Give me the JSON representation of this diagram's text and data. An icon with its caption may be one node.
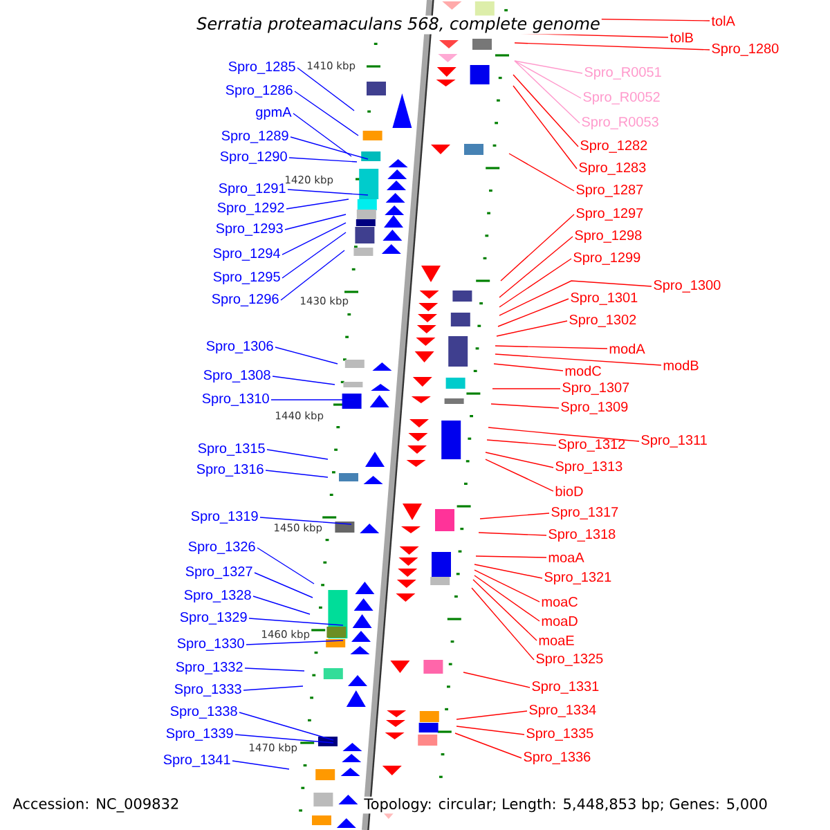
{
  "diagram": {
    "title": "Serratia proteamaculans 568, complete genome",
    "nodes": [
      {
        "text": [
          "Spro_1285"
        ]
      },
      {
        "text": [
          "Spro_1286"
        ]
      },
      {
        "text": [
          "gpmA"
        ]
      },
      {
        "text": [
          "Spro_1289"
        ]
      },
      {
        "text": [
          "Spro_1290"
        ]
      },
      {
        "text": [
          "Spro_1291"
        ]
      },
      {
        "text": [
          "Spro_1292"
        ]
      },
      {
        "text": [
          "Spro_1293"
        ]
      },
      {
        "text": [
          "Spro_1294"
        ]
      },
      {
        "text": [
          "Spro_1295"
        ]
      },
      {
        "text": [
          "Spro_1296"
        ]
      },
      {
        "text": [
          "Spro_1306"
        ]
      },
      {
        "text": [
          "Spro_1308"
        ]
      },
      {
        "text": [
          "Spro_1310"
        ]
      },
      {
        "text": [
          "Spro_1315"
        ]
      },
      {
        "text": [
          "Spro_1316"
        ]
      },
      {
        "text": [
          "Spro_1319"
        ]
      },
      {
        "text": [
          "Spro_1326"
        ]
      },
      {
        "text": [
          "Spro_1327"
        ]
      },
      {
        "text": [
          "Spro_1328"
        ]
      },
      {
        "text": [
          "Spro_1329"
        ]
      },
      {
        "text": [
          "Spro_1330"
        ]
      },
      {
        "text": [
          "Spro_1332"
        ]
      },
      {
        "text": [
          "Spro_1333"
        ]
      },
      {
        "text": [
          "Spro_1338"
        ]
      },
      {
        "text": [
          "Spro_1339"
        ]
      },
      {
        "text": [
          "Spro_1341"
        ]
      },
      {
        "text": [
          "tolA"
        ]
      },
      {
        "text": [
          "tolB"
        ]
      },
      {
        "text": [
          "Spro_1280"
        ]
      },
      {
        "text": [
          "Spro_R0051"
        ]
      },
      {
        "text": [
          "Spro_R0052"
        ]
      },
      {
        "text": [
          "Spro_R0053"
        ]
      },
      {
        "text": [
          "Spro_1282"
        ]
      },
      {
        "text": [
          "Spro_1283"
        ]
      },
      {
        "text": [
          "Spro_1287"
        ]
      },
      {
        "text": [
          "Spro_1297"
        ]
      },
      {
        "text": [
          "Spro_1298"
        ]
      },
      {
        "text": [
          "Spro_1299"
        ]
      },
      {
        "text": [
          "Spro_1300"
        ]
      },
      {
        "text": [
          "Spro_1301"
        ]
      },
      {
        "text": [
          "Spro_1302"
        ]
      },
      {
        "text": [
          "modA"
        ]
      },
      {
        "text": [
          "modB"
        ]
      },
      {
        "text": [
          "modC"
        ]
      },
      {
        "text": [
          "Spro_1307"
        ]
      },
      {
        "text": [
          "Spro_1309"
        ]
      },
      {
        "text": [
          "Spro_1311"
        ]
      },
      {
        "text": [
          "Spro_1312"
        ]
      },
      {
        "text": [
          "Spro_1313"
        ]
      },
      {
        "text": [
          "bioD"
        ]
      },
      {
        "text": [
          "Spro_1317"
        ]
      },
      {
        "text": [
          "Spro_1318"
        ]
      },
      {
        "text": [
          "moaA"
        ]
      },
      {
        "text": [
          "Spro_1321"
        ]
      },
      {
        "text": [
          "moaC"
        ]
      },
      {
        "text": [
          "moaD"
        ]
      },
      {
        "text": [
          "moaE"
        ]
      },
      {
        "text": [
          "Spro_1325"
        ]
      },
      {
        "text": [
          "Spro_1331"
        ]
      },
      {
        "text": [
          "Spro_1334"
        ]
      },
      {
        "text": [
          "Spro_1335"
        ]
      },
      {
        "text": [
          "Spro_1336"
        ]
      }
    ],
    "edges": [
      {
        "from": 0,
        "to": null,
        "arrow": "none",
        "color": "#0000ff"
      },
      {
        "from": 1,
        "to": null,
        "arrow": "none",
        "color": "#0000ff"
      },
      {
        "from": 2,
        "to": null,
        "arrow": "none",
        "color": "#0000ff"
      },
      {
        "from": 3,
        "to": null,
        "arrow": "none",
        "color": "#0000ff"
      },
      {
        "from": 4,
        "to": null,
        "arrow": "none",
        "color": "#0000ff"
      },
      {
        "from": 5,
        "to": null,
        "arrow": "none",
        "color": "#0000ff"
      },
      {
        "from": 6,
        "to": null,
        "arrow": "none",
        "color": "#0000ff"
      },
      {
        "from": 7,
        "to": null,
        "arrow": "none",
        "color": "#0000ff"
      },
      {
        "from": 8,
        "to": null,
        "arrow": "none",
        "color": "#0000ff"
      },
      {
        "from": 9,
        "to": null,
        "arrow": "none",
        "color": "#0000ff"
      },
      {
        "from": 10,
        "to": null,
        "arrow": "none",
        "color": "#0000ff"
      },
      {
        "from": 11,
        "to": null,
        "arrow": "none",
        "color": "#0000ff"
      },
      {
        "from": 12,
        "to": null,
        "arrow": "none",
        "color": "#0000ff"
      },
      {
        "from": 13,
        "to": null,
        "arrow": "none",
        "color": "#0000ff"
      },
      {
        "from": 14,
        "to": null,
        "arrow": "none",
        "color": "#0000ff"
      },
      {
        "from": 15,
        "to": null,
        "arrow": "none",
        "color": "#0000ff"
      },
      {
        "from": 16,
        "to": null,
        "arrow": "none",
        "color": "#0000ff"
      },
      {
        "from": 17,
        "to": null,
        "arrow": "none",
        "color": "#0000ff"
      },
      {
        "from": 18,
        "to": null,
        "arrow": "none",
        "color": "#0000ff"
      },
      {
        "from": 19,
        "to": null,
        "arrow": "none",
        "color": "#0000ff"
      },
      {
        "from": 20,
        "to": null,
        "arrow": "none",
        "color": "#0000ff"
      },
      {
        "from": 21,
        "to": null,
        "arrow": "none",
        "color": "#0000ff"
      },
      {
        "from": 22,
        "to": null,
        "arrow": "none",
        "color": "#0000ff"
      },
      {
        "from": 23,
        "to": null,
        "arrow": "none",
        "color": "#0000ff"
      },
      {
        "from": 24,
        "to": null,
        "arrow": "none",
        "color": "#0000ff"
      },
      {
        "from": 25,
        "to": null,
        "arrow": "none",
        "color": "#0000ff"
      },
      {
        "from": 26,
        "to": null,
        "arrow": "none",
        "color": "#0000ff"
      },
      {
        "from": 27,
        "to": null,
        "arrow": "none"
      },
      {
        "from": 28,
        "to": null,
        "arrow": "none"
      },
      {
        "from": 29,
        "to": null,
        "arrow": "none"
      },
      {
        "from": 30,
        "to": null,
        "arrow": "none",
        "color": "#ff99cc"
      },
      {
        "from": 31,
        "to": null,
        "arrow": "none",
        "color": "#ff99cc"
      },
      {
        "from": 32,
        "to": null,
        "arrow": "none",
        "color": "#ff99cc"
      },
      {
        "from": 33,
        "to": null,
        "arrow": "none"
      },
      {
        "from": 34,
        "to": null,
        "arrow": "none"
      },
      {
        "from": 35,
        "to": null,
        "arrow": "none"
      },
      {
        "from": 36,
        "to": null,
        "arrow": "none"
      },
      {
        "from": 37,
        "to": null,
        "arrow": "none"
      },
      {
        "from": 38,
        "to": null,
        "arrow": "none"
      },
      {
        "from": 39,
        "to": null,
        "arrow": "none"
      },
      {
        "from": 40,
        "to": null,
        "arrow": "none"
      },
      {
        "from": 41,
        "to": null,
        "arrow": "none"
      },
      {
        "from": 42,
        "to": null,
        "arrow": "none"
      },
      {
        "from": 43,
        "to": null,
        "arrow": "none"
      },
      {
        "from": 44,
        "to": null,
        "arrow": "none"
      },
      {
        "from": 45,
        "to": null,
        "arrow": "none"
      },
      {
        "from": 46,
        "to": null,
        "arrow": "none"
      },
      {
        "from": 47,
        "to": null,
        "arrow": "none"
      },
      {
        "from": 48,
        "to": null,
        "arrow": "none"
      },
      {
        "from": 49,
        "to": null,
        "arrow": "none"
      },
      {
        "from": 50,
        "to": null,
        "arrow": "none"
      },
      {
        "from": 51,
        "to": null,
        "arrow": "none"
      },
      {
        "from": 52,
        "to": null,
        "arrow": "none"
      },
      {
        "from": 53,
        "to": null,
        "arrow": "none"
      },
      {
        "from": 54,
        "to": null,
        "arrow": "none"
      },
      {
        "from": 55,
        "to": null,
        "arrow": "none"
      },
      {
        "from": 56,
        "to": null,
        "arrow": "none"
      },
      {
        "from": 57,
        "to": null,
        "arrow": "none"
      },
      {
        "from": 58,
        "to": null,
        "arrow": "none"
      },
      {
        "from": 59,
        "to": null,
        "arrow": "none"
      },
      {
        "from": 60,
        "to": null,
        "arrow": "none"
      },
      {
        "from": 61,
        "to": null,
        "arrow": "none"
      },
      {
        "from": 62,
        "to": null,
        "arrow": "none"
      }
    ],
    "labels": [
      "1410 kbp",
      "1420 kbp",
      "1430 kbp",
      "1440 kbp",
      "1450 kbp",
      "1460 kbp",
      "1470 kbp",
      "Accession: NC_009832",
      "Topology: circular; Length: 5,448,853 bp; Genes: 5,000"
    ]
  }
}
